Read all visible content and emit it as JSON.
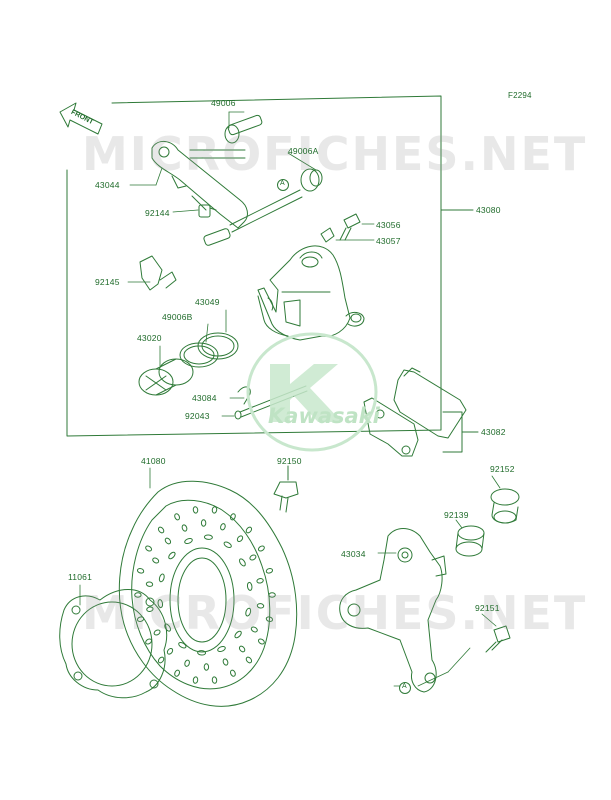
{
  "figure_code": "F2294",
  "front_label": "FRONT",
  "watermark": "MICROFICHES.NET",
  "logo_text": "Kawasaki",
  "reference_mark": "A",
  "colors": {
    "line": "#2f7a38",
    "text": "#1f6b2a",
    "logo": "#bfe3c4"
  },
  "parts": {
    "p49006": "49006",
    "p49006A": "49006A",
    "p43044": "43044",
    "p92144": "92144",
    "p43080": "43080",
    "p43056": "43056",
    "p43057": "43057",
    "p92145": "92145",
    "p43049": "43049",
    "p49006B": "49006B",
    "p43020": "43020",
    "p43084": "43084",
    "p92043": "92043",
    "p43082": "43082",
    "p41080": "41080",
    "p92150": "92150",
    "p92152": "92152",
    "p92139": "92139",
    "p43034": "43034",
    "p11061": "11061",
    "p92151": "92151"
  }
}
